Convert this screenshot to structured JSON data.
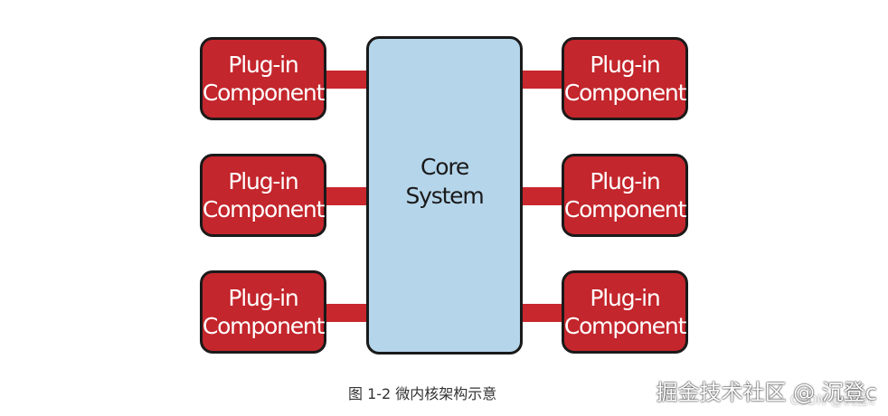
{
  "core": {
    "line1": "Core",
    "line2": "System"
  },
  "plugins": [
    {
      "line1": "Plug-in",
      "line2": "Component"
    },
    {
      "line1": "Plug-in",
      "line2": "Component"
    },
    {
      "line1": "Plug-in",
      "line2": "Component"
    },
    {
      "line1": "Plug-in",
      "line2": "Component"
    },
    {
      "line1": "Plug-in",
      "line2": "Component"
    },
    {
      "line1": "Plug-in",
      "line2": "Component"
    }
  ],
  "caption": "图 1-2 微内核架构示意",
  "watermark": "掘金技术社区 @ 沉登c",
  "watermark_sub": "CSDN @沉登c",
  "colors": {
    "plugin_fill": "#c3262c",
    "connector": "#c8272d",
    "core_fill": "#b5d5ea",
    "border": "#1a1a1a"
  }
}
